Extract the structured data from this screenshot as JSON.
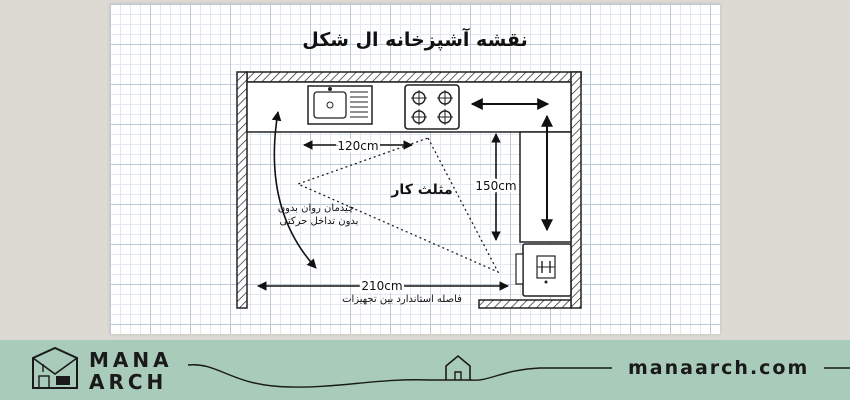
{
  "plan": {
    "title": "نقشه آشپزخانه ال شکل",
    "top_dimension": "120cm",
    "side_dimension": "150cm",
    "bottom_dimension": "210cm",
    "work_triangle_label": "مثلث کار",
    "circulation_note_line1": "چیدمان روان بدون",
    "circulation_note_line2": "بدون تداخل حرکتی",
    "standard_distance_note": "فاصله استاندارد بین تجهیزات"
  },
  "footer": {
    "brand_line1": "MANA",
    "brand_line2": "ARCH",
    "website": "manaarch.com"
  },
  "colors": {
    "footer_bg": "#a9cbb9",
    "grid_major": "#bcc9d8",
    "ink": "#1a1a1a"
  }
}
